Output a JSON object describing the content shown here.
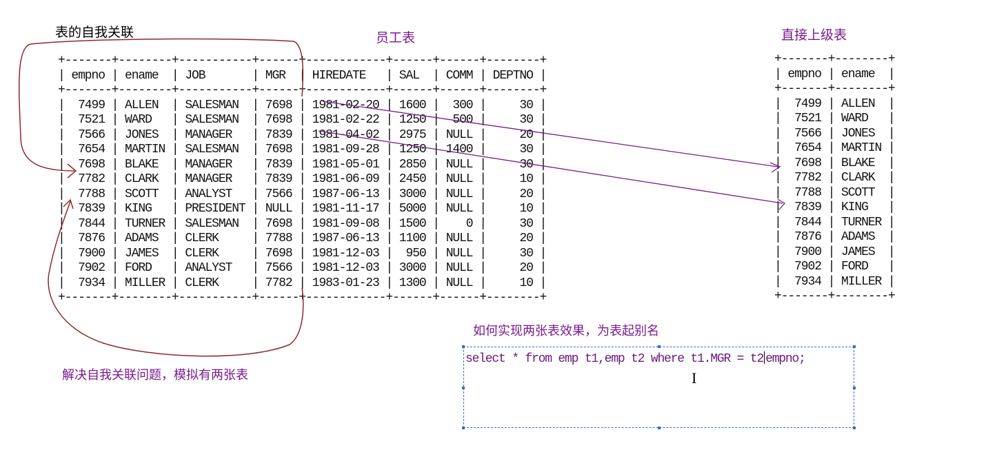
{
  "labels": {
    "self_join": "表的自我关联",
    "emp_table_title": "员工表",
    "mgr_table_title": "直接上级表",
    "how_to": "如何实现两张表效果，为表起别名",
    "solution": "解决自我关联问题，模拟有两张表"
  },
  "emp_table": {
    "columns": [
      "empno",
      "ename",
      "JOB",
      "MGR",
      "HIREDATE",
      "SAL",
      "COMM",
      "DEPTNO"
    ],
    "rows": [
      [
        "7499",
        "ALLEN",
        "SALESMAN",
        "7698",
        "1981-02-20",
        "1600",
        "300",
        "30"
      ],
      [
        "7521",
        "WARD",
        "SALESMAN",
        "7698",
        "1981-02-22",
        "1250",
        "500",
        "30"
      ],
      [
        "7566",
        "JONES",
        "MANAGER",
        "7839",
        "1981-04-02",
        "2975",
        "NULL",
        "20"
      ],
      [
        "7654",
        "MARTIN",
        "SALESMAN",
        "7698",
        "1981-09-28",
        "1250",
        "1400",
        "30"
      ],
      [
        "7698",
        "BLAKE",
        "MANAGER",
        "7839",
        "1981-05-01",
        "2850",
        "NULL",
        "30"
      ],
      [
        "7782",
        "CLARK",
        "MANAGER",
        "7839",
        "1981-06-09",
        "2450",
        "NULL",
        "10"
      ],
      [
        "7788",
        "SCOTT",
        "ANALYST",
        "7566",
        "1987-06-13",
        "3000",
        "NULL",
        "20"
      ],
      [
        "7839",
        "KING",
        "PRESIDENT",
        "NULL",
        "1981-11-17",
        "5000",
        "NULL",
        "10"
      ],
      [
        "7844",
        "TURNER",
        "SALESMAN",
        "7698",
        "1981-09-08",
        "1500",
        "0",
        "30"
      ],
      [
        "7876",
        "ADAMS",
        "CLERK",
        "7788",
        "1987-06-13",
        "1100",
        "NULL",
        "20"
      ],
      [
        "7900",
        "JAMES",
        "CLERK",
        "7698",
        "1981-12-03",
        "950",
        "NULL",
        "30"
      ],
      [
        "7902",
        "FORD",
        "ANALYST",
        "7566",
        "1981-12-03",
        "3000",
        "NULL",
        "20"
      ],
      [
        "7934",
        "MILLER",
        "CLERK",
        "7782",
        "1983-01-23",
        "1300",
        "NULL",
        "10"
      ]
    ]
  },
  "mgr_table": {
    "columns": [
      "empno",
      "ename"
    ],
    "rows": [
      [
        "7499",
        "ALLEN"
      ],
      [
        "7521",
        "WARD"
      ],
      [
        "7566",
        "JONES"
      ],
      [
        "7654",
        "MARTIN"
      ],
      [
        "7698",
        "BLAKE"
      ],
      [
        "7782",
        "CLARK"
      ],
      [
        "7788",
        "SCOTT"
      ],
      [
        "7839",
        "KING"
      ],
      [
        "7844",
        "TURNER"
      ],
      [
        "7876",
        "ADAMS"
      ],
      [
        "7900",
        "JAMES"
      ],
      [
        "7902",
        "FORD"
      ],
      [
        "7934",
        "MILLER"
      ]
    ]
  },
  "sql": {
    "before_caret": "select * from emp t1,emp t2 where t1.MGR = t2",
    "after_caret": "empno;"
  },
  "colors": {
    "annotation_brown": "#8b2a2a",
    "arrow_purple": "#7a1a8c",
    "selection_blue": "#3b6cc4"
  }
}
